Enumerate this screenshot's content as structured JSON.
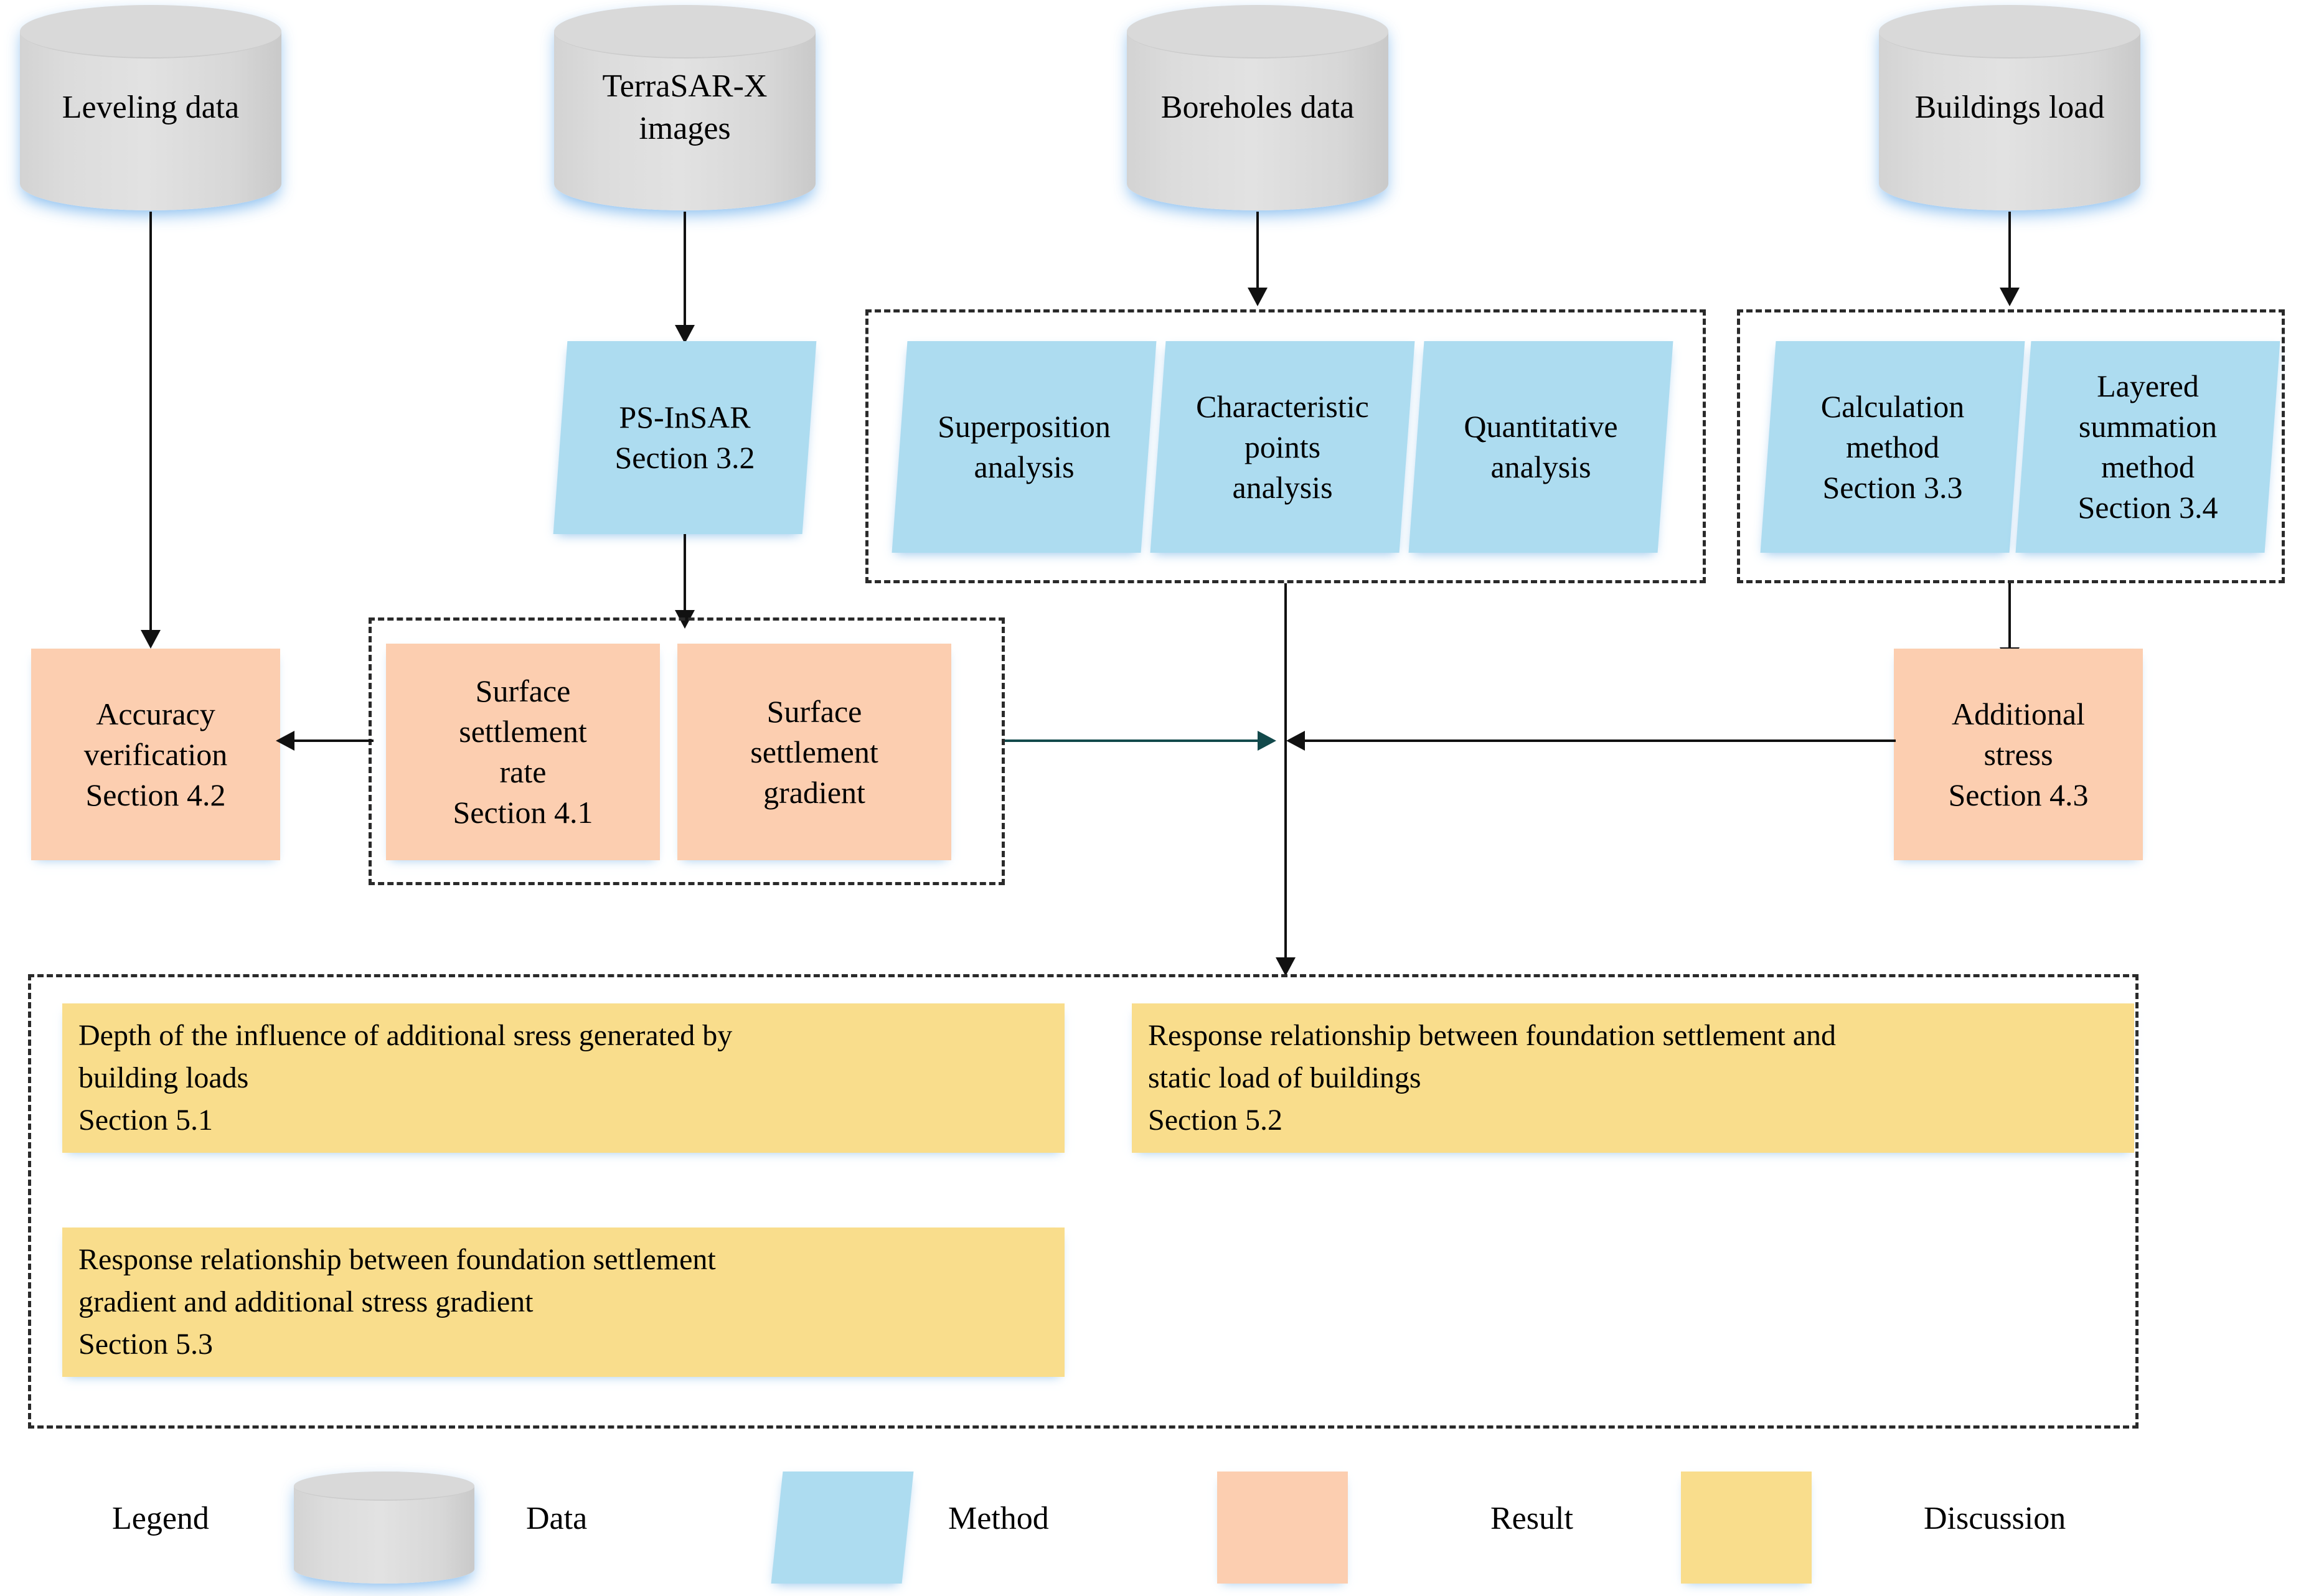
{
  "diagram": {
    "title": "Research methodology flowchart",
    "colors": {
      "data": "#d9d9d9",
      "method": "#addcf0",
      "result": "#fcceb0",
      "discussion": "#f9dd8c",
      "connector": "#111111",
      "connector_accent": "#12494b",
      "group_border": "#2a2a2a"
    }
  },
  "data_sources": [
    {
      "label": "Leveling data"
    },
    {
      "label": "TerraSAR-X\nimages"
    },
    {
      "label": "Boreholes data"
    },
    {
      "label": "Buildings load"
    }
  ],
  "methods": {
    "psinsar": {
      "label": "PS-InSAR\nSection 3.2"
    },
    "borehole_group": [
      {
        "label": "Superposition\nanalysis"
      },
      {
        "label": "Characteristic\npoints\nanalysis"
      },
      {
        "label": "Quantitative\nanalysis"
      }
    ],
    "load_group": [
      {
        "label": "Calculation\nmethod\nSection 3.3"
      },
      {
        "label": "Layered\nsummation\nmethod\nSection 3.4"
      }
    ]
  },
  "results": {
    "accuracy": {
      "label": "Accuracy\nverification\nSection 4.2"
    },
    "settlement_group": [
      {
        "label": "Surface\nsettlement\nrate\nSection 4.1"
      },
      {
        "label": "Surface\nsettlement\ngradient"
      }
    ],
    "additional_stress": {
      "label": "Additional\nstress\nSection 4.3"
    }
  },
  "discussion": [
    {
      "label": "Depth of the influence of additional sress generated by\nbuilding loads\nSection 5.1"
    },
    {
      "label": "Response relationship between foundation settlement and\nstatic load of buildings\nSection 5.2"
    },
    {
      "label": "Response relationship between foundation settlement\ngradient and additional stress gradient\nSection 5.3"
    }
  ],
  "legend": {
    "title": "Legend",
    "items": [
      {
        "label": "Data",
        "shape": "cylinder-icon"
      },
      {
        "label": "Method",
        "shape": "parallelogram-icon"
      },
      {
        "label": "Result",
        "shape": "rectangle-icon"
      },
      {
        "label": "Discussion",
        "shape": "rectangle-icon"
      }
    ]
  }
}
